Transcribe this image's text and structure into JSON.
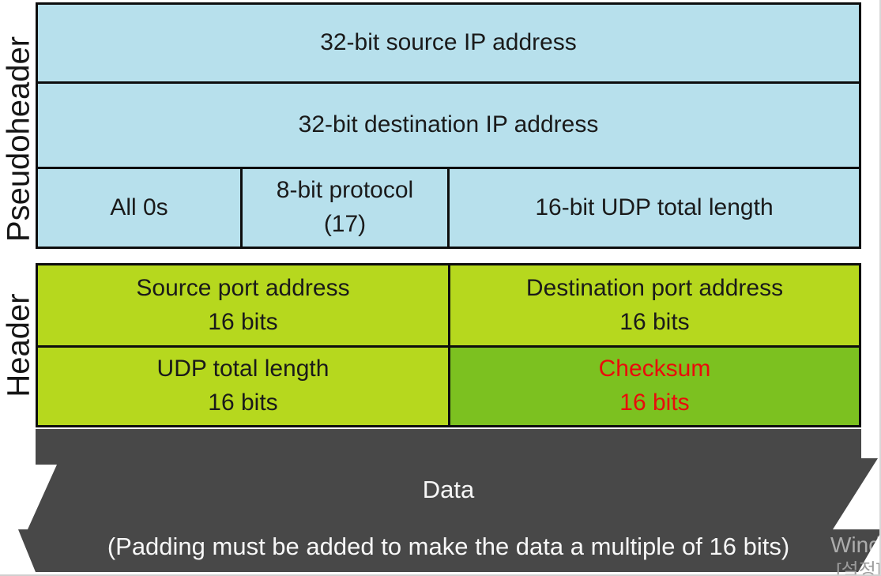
{
  "labels": {
    "pseudoheader": "Pseudoheader",
    "header": "Header"
  },
  "colors": {
    "pseudoheader_fill": "#b7e0ec",
    "header_fill": "#b6d81e",
    "checksum_fill": "#7cc120",
    "checksum_text": "#ea0b0b",
    "data_fill": "#484848",
    "border": "#0d0d0d"
  },
  "pseudoheader_rows": {
    "source_ip": "32-bit source IP address",
    "destination_ip": "32-bit destination IP address",
    "all_zeros": "All 0s",
    "protocol_line1": "8-bit protocol",
    "protocol_line2": "(17)",
    "udp_total_length": "16-bit UDP total length"
  },
  "header_rows": {
    "source_port_line1": "Source port address",
    "source_port_line2": "16 bits",
    "dest_port_line1": "Destination port address",
    "dest_port_line2": "16 bits",
    "udp_length_line1": "UDP total length",
    "udp_length_line2": "16 bits",
    "checksum_line1": "Checksum",
    "checksum_line2": "16 bits"
  },
  "data_section": {
    "title": "Data",
    "note": "(Padding must be added to make the data a multiple of 16 bits)"
  },
  "watermark": {
    "line1": "Windo",
    "line2": "[설정]으"
  }
}
